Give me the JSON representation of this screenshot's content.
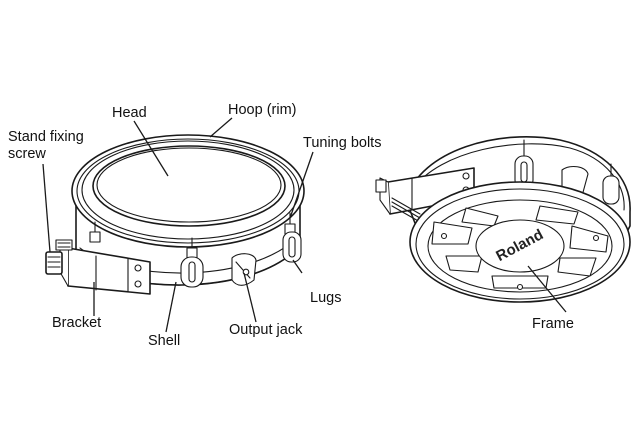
{
  "diagram": {
    "left_view": {
      "labels": {
        "head": "Head",
        "hoop": "Hoop (rim)",
        "stand_fixing_screw_line1": "Stand fixing",
        "stand_fixing_screw_line2": "screw",
        "tuning_bolts": "Tuning bolts",
        "bracket": "Bracket",
        "shell": "Shell",
        "output_jack": "Output jack",
        "lugs": "Lugs"
      }
    },
    "right_view": {
      "logo_text": "Roland",
      "labels": {
        "frame": "Frame"
      }
    }
  }
}
